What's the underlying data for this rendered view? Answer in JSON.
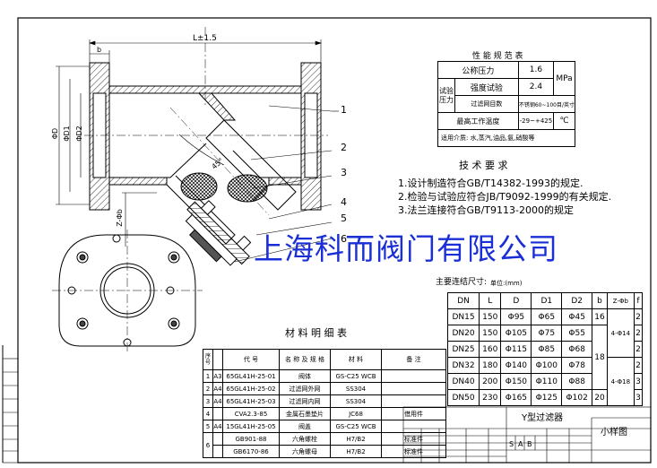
{
  "drawing": {
    "dim_length": "L±1.5",
    "dim_b": "b",
    "dim_d0": "ΦD",
    "dim_d1": "ΦD1",
    "dim_d2": "ΦD2",
    "dim_angle": "45°",
    "dim_zphi": "Z-Φb",
    "callouts": [
      "1",
      "2",
      "3",
      "4",
      "5",
      "6"
    ]
  },
  "performance": {
    "title": "性 能 规 范 表",
    "rows": [
      {
        "label": "公称压力",
        "value": "1.6"
      },
      {
        "group": "试验压力",
        "label": "强度试验",
        "value": "2.4"
      },
      {
        "label": "过滤网目数",
        "value": "不锈钢60~100目/英寸"
      },
      {
        "label": "最高工作温度",
        "value": "-29~+425",
        "unit": "℃"
      }
    ],
    "unit_pressure": "MPa",
    "media": "适用介质: 水,蒸汽,油品,氨,硝酸等"
  },
  "requirements": {
    "title": "技 术 要 求",
    "items": [
      "1.设计制造符合GB/T14382-1993的规定.",
      "2.检验与试验应符合JB/T9092-1999的有关规定.",
      "3.法兰连接符合GB/T9113-2000的规定"
    ]
  },
  "watermark": "上海科而阀门有限公司",
  "connection": {
    "title": "主要连结尺寸:",
    "unit": "单位:(mm)",
    "headers": [
      "DN",
      "L",
      "D",
      "D1",
      "D2",
      "b",
      "Z-Φb",
      "f"
    ],
    "rows": [
      [
        "DN15",
        "150",
        "Φ95",
        "Φ65",
        "Φ45",
        "16",
        "",
        "2"
      ],
      [
        "DN20",
        "150",
        "Φ105",
        "Φ75",
        "Φ55",
        "",
        "4-Φ14",
        "2"
      ],
      [
        "DN25",
        "160",
        "Φ115",
        "Φ85",
        "Φ68",
        "18",
        "",
        "2"
      ],
      [
        "DN32",
        "180",
        "Φ140",
        "Φ100",
        "Φ78",
        "",
        "",
        "2"
      ],
      [
        "DN40",
        "200",
        "Φ150",
        "Φ110",
        "Φ88",
        "",
        "4-Φ18",
        "3"
      ],
      [
        "DN50",
        "230",
        "Φ165",
        "Φ125",
        "Φ102",
        "20",
        "",
        "3"
      ]
    ]
  },
  "bom": {
    "title": "材 料 明 细 表",
    "headers": [
      "序号",
      "",
      "代    号",
      "名 称 及 规 格",
      "材    料",
      "备  注"
    ],
    "rows": [
      [
        "1",
        "A3",
        "65GL41H-25-01",
        "阀体",
        "GS-C25  WCB",
        ""
      ],
      [
        "2",
        "A4",
        "65GL41H-25-02",
        "过滤网外网",
        "SS304",
        ""
      ],
      [
        "3",
        "A4",
        "65GL41H-25-03",
        "过滤网内网",
        "SS304",
        ""
      ],
      [
        "4",
        "",
        "CVA2.3-85",
        "金属石墨垫片",
        "JC68",
        "借用件"
      ],
      [
        "5",
        "A4",
        "15GL41H-25-05",
        "阀盖",
        "GS-C25  WCB",
        ""
      ],
      [
        "6",
        "",
        "GB901-88",
        "六角螺栓",
        "H7/B2",
        "标准件"
      ],
      [
        "",
        "",
        "GB6170-86",
        "六角螺母",
        "H7/B2",
        "标准件"
      ]
    ]
  },
  "titleblock": {
    "product": "Y型过滤器",
    "drawing_type": "小样图",
    "stage_marks": [
      "S",
      "A",
      "B"
    ]
  }
}
